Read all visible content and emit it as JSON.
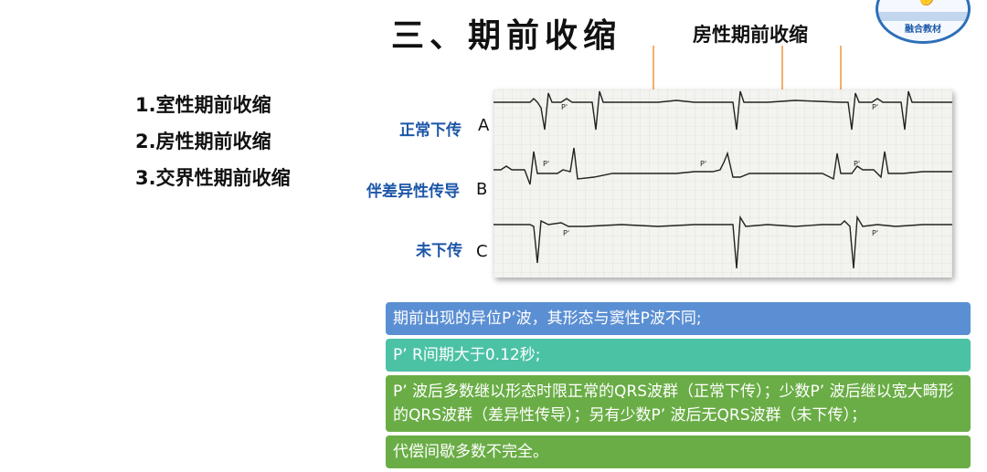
{
  "title": "三、期前收缩",
  "annotation": "房性期前收缩",
  "logo_text": "融合教材",
  "types": [
    "1.室性期前收缩",
    "2.房性期前收缩",
    "3.交界性期前收缩"
  ],
  "ecg_rows": [
    {
      "label": "正常下传",
      "letter": "A"
    },
    {
      "label": "伴差异性传导",
      "letter": "B"
    },
    {
      "label": "未下传",
      "letter": "C"
    }
  ],
  "p_prime_marker": "P'",
  "bullets": [
    "期前出现的异位P’波，其形态与窦性P波不同;",
    "P’ R间期大于0.12秒;",
    "P’ 波后多数继以形态时限正常的QRS波群（正常下传）；少数P’ 波后继以宽大畸形的QRS波群（差异性传导）；另有少数P’ 波后无QRS波群（未下传）；",
    "代偿间歇多数不完全。"
  ],
  "colors": {
    "label_blue": "#1c56a8",
    "bullet1": "#5b8fd3",
    "bullet2": "#4cc2a5",
    "bullet3": "#6aad46",
    "annotation_orange": "#f0963a"
  }
}
